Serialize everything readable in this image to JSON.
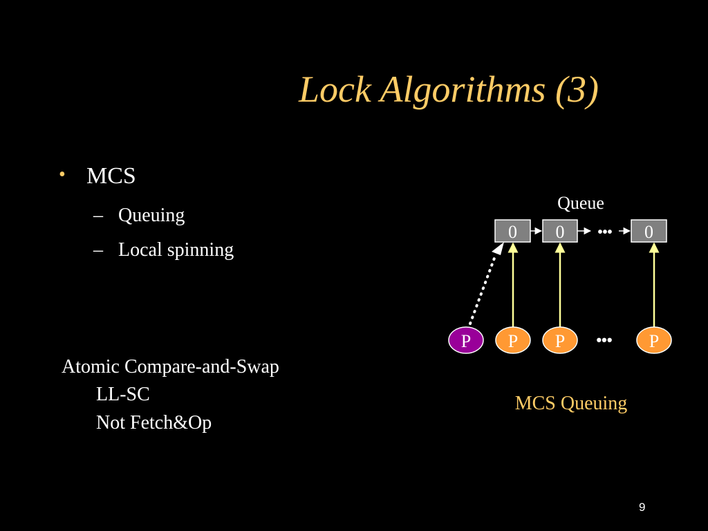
{
  "slide": {
    "title": "Lock Algorithms (3)",
    "page_number": "9"
  },
  "bullets": {
    "main": "MCS",
    "bullet_symbol": "•",
    "dash_symbol": "–",
    "sub": [
      "Queuing",
      "Local spinning"
    ]
  },
  "notes": {
    "line1": "Atomic Compare-and-Swap",
    "line2": "LL-SC",
    "line3": "Not Fetch&Op"
  },
  "diagram": {
    "queue_label": "Queue",
    "queue_cells": [
      "0",
      "0",
      "0"
    ],
    "processors": [
      "P",
      "P",
      "P",
      "P"
    ],
    "ellipsis": "•••",
    "caption": "MCS Queuing",
    "colors": {
      "cell_fill": "#808080",
      "cell_stroke": "#ffffff",
      "processor_fill": "#ff9933",
      "new_processor_fill": "#990099",
      "arrow": "#ffff99",
      "caption": "#ffcc66",
      "title": "#ffcc66"
    }
  }
}
